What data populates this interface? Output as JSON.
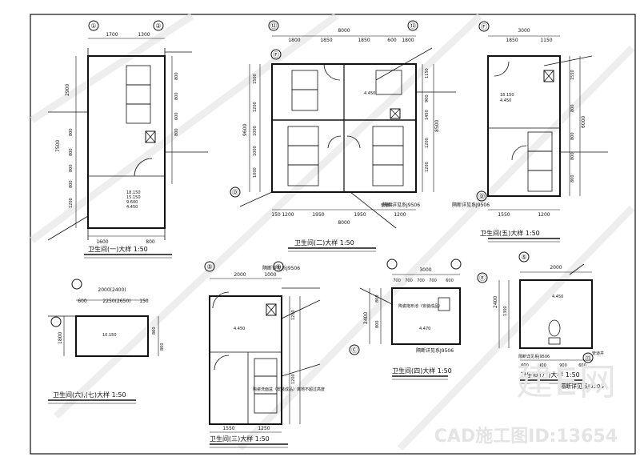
{
  "plans": {
    "p1": {
      "title": "卫生间(一)大样  1:50",
      "axes": [
        "①",
        "②"
      ],
      "dims_top": [
        "1700",
        "1300"
      ],
      "dims_left": [
        "2900",
        "7500",
        "800",
        "800",
        "800",
        "800",
        "1200"
      ],
      "dims_right": [
        "800",
        "800",
        "600",
        "800"
      ],
      "dims_bottom": [
        "1600",
        "800"
      ],
      "elev": [
        "18.150",
        "15.150",
        "9.600",
        "4.450"
      ]
    },
    "p2": {
      "title": "卫生间(二)大样  1:50",
      "axes": [
        "⑫",
        "⑬",
        "Ⓓ",
        "Ⓕ"
      ],
      "dims_top": [
        "8000",
        "1800",
        "1850",
        "1850",
        "600",
        "1800"
      ],
      "dims_left": [
        "1500",
        "9600",
        "1200",
        "1000",
        "1000",
        "1000"
      ],
      "dims_right": [
        "1150",
        "900",
        "1450",
        "8500",
        "1200",
        "1200"
      ],
      "dims_bottom": [
        "8000",
        "1200",
        "1950",
        "1950",
        "1200",
        "150"
      ],
      "elev": [
        "4.450"
      ],
      "note": "隔断详见系J9506"
    },
    "p3": {
      "title": "卫生间(五)大样  1:50",
      "axes": [
        "Ⓓ",
        "Ⓕ"
      ],
      "dims_top": [
        "3000",
        "1850",
        "1150"
      ],
      "dims_right": [
        "1550",
        "6000",
        "800",
        "800",
        "800",
        "800"
      ],
      "dims_bottom": [
        "1550",
        "1200"
      ],
      "elev": [
        "18.150",
        "4.450"
      ],
      "note": "隔断详见系J9506"
    },
    "p4": {
      "title": "卫生间(六),(七)大样  1:50",
      "dims_top": [
        "2000(2400)",
        "600",
        "2250(2650)",
        "150"
      ],
      "dims_left": [
        "1800"
      ],
      "dims_right": [
        "800",
        "800"
      ],
      "elev": [
        "10.150"
      ]
    },
    "p5": {
      "title": "卫生间(三)大样  1:50",
      "axes": [
        "⑤",
        "⑥"
      ],
      "dims_top": [
        "2000",
        "1000"
      ],
      "dims_right": [
        "1200",
        "1200"
      ],
      "dims_bottom": [
        "1550",
        "1250"
      ],
      "elev": [
        "4.450"
      ],
      "note": "隔断详见系J9506",
      "callout": "陶瓷洗面盆（安装成品）离地不超过高度"
    },
    "p6": {
      "title": "卫生间(四)大样  1:50",
      "axes": [
        "Ⓒ"
      ],
      "dims_top": [
        "3000",
        "700",
        "700",
        "700",
        "700",
        "600"
      ],
      "dims_left": [
        "800",
        "800",
        "2400"
      ],
      "elev": [
        "4.470"
      ],
      "note": "隔断详见系J9506",
      "callout": "陶瓷拖布池（安装成品）"
    },
    "p7": {
      "title": "卫生间(八)大样  1:50",
      "axes": [
        "⑤",
        "Ⓔ",
        "⑪"
      ],
      "dims_top": [
        "2000"
      ],
      "dims_left": [
        "1300",
        "2400"
      ],
      "dims_bottom": [
        "600",
        "900",
        "900",
        "600"
      ],
      "elev": [
        "4.450"
      ],
      "note": "隔断详见系J9506",
      "label_pipe": "管道井"
    },
    "side_note": "隔断详见系J9506"
  },
  "pipe_label": "管道井",
  "watermark": {
    "brand": "建E网",
    "cad_id": "CAD施工图ID:13654"
  }
}
